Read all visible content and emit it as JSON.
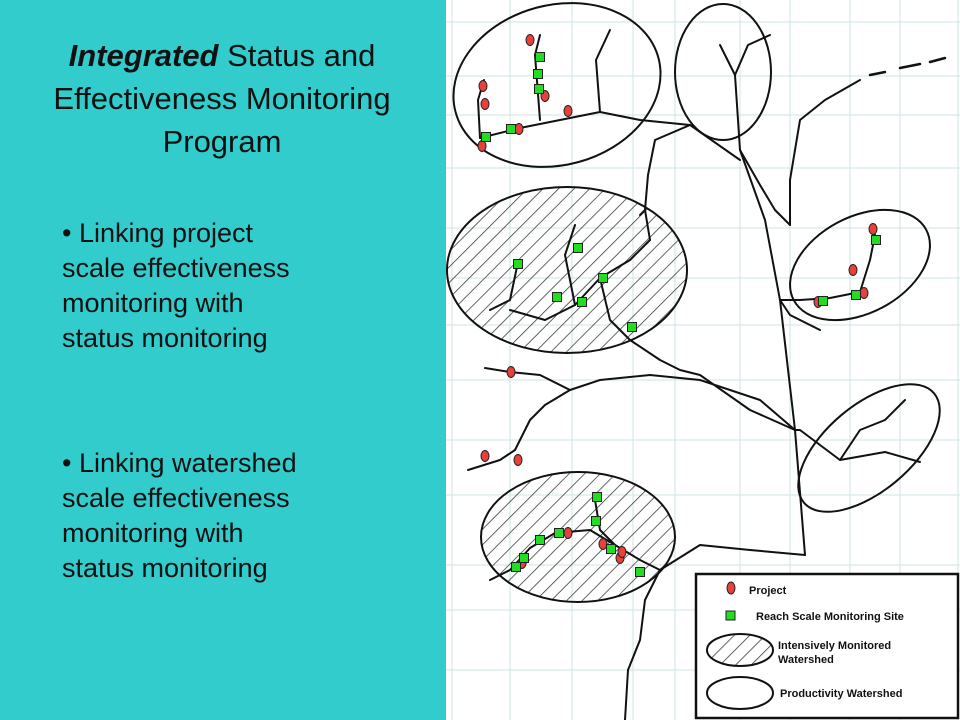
{
  "title": {
    "em": "Integrated",
    "rest": " Status and Effectiveness Monitoring Program"
  },
  "bullets": [
    "• Linking project scale effectiveness monitoring with status monitoring",
    "• Linking watershed scale effectiveness monitoring with status monitoring"
  ],
  "legend": {
    "project": "Project",
    "reach_site": "Reach Scale Monitoring Site",
    "imw_line1": "Intensively Monitored",
    "imw_line2": "Watershed",
    "productivity": "Productivity Watershed"
  },
  "colors": {
    "panel": "#33cccc",
    "project_marker": "#e8403a",
    "site_marker": "#22dd22",
    "grid": "#cfe3e6"
  }
}
